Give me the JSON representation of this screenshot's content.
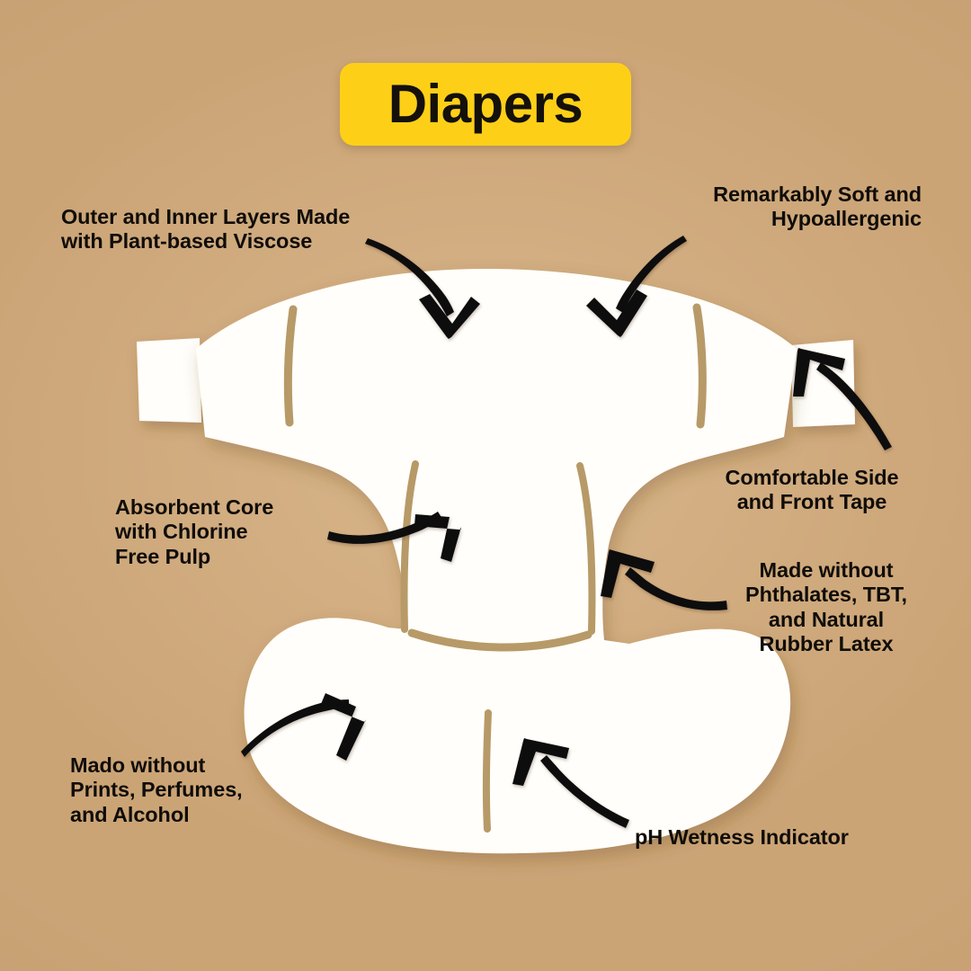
{
  "page": {
    "background_color": "#cba476",
    "accent_color": "#fdd017",
    "text_color": "#100d09",
    "product_color": "#ffffff",
    "seam_color": "#b79a68"
  },
  "title": {
    "text": "Diapers",
    "badge_color": "#fdd017"
  },
  "product": {
    "name": "diaper-illustration",
    "type": "open-flat-diaper"
  },
  "callouts": [
    {
      "id": "outer-inner-layers",
      "text": "Outer and Inner Layers Made\nwith Plant-based Viscose",
      "align": "left",
      "arrow": "curved-arrow-down-right"
    },
    {
      "id": "remarkably-soft",
      "text": "Remarkably Soft and\nHypoallergenic",
      "align": "right",
      "arrow": "curved-arrow-down-left"
    },
    {
      "id": "absorbent-core",
      "text": "Absorbent Core\nwith Chlorine\nFree Pulp",
      "align": "left",
      "arrow": "curved-arrow-right"
    },
    {
      "id": "comfortable-side-front-tape",
      "text": "Comfortable Side\nand Front Tape",
      "align": "center",
      "arrow": "curved-arrow-up-left"
    },
    {
      "id": "made-without-phthalates",
      "text": "Made without\nPhthalates, TBT,\nand Natural\nRubber Latex",
      "align": "center",
      "arrow": "curved-arrow-up-left"
    },
    {
      "id": "made-without-prints",
      "text": "Mado without\nPrints, Perfumes,\nand Alcohol",
      "align": "left",
      "arrow": "curved-arrow-up-right"
    },
    {
      "id": "ph-wetness-indicator",
      "text": "pH Wetness Indicator",
      "align": "left",
      "arrow": "curved-arrow-up-left"
    }
  ]
}
